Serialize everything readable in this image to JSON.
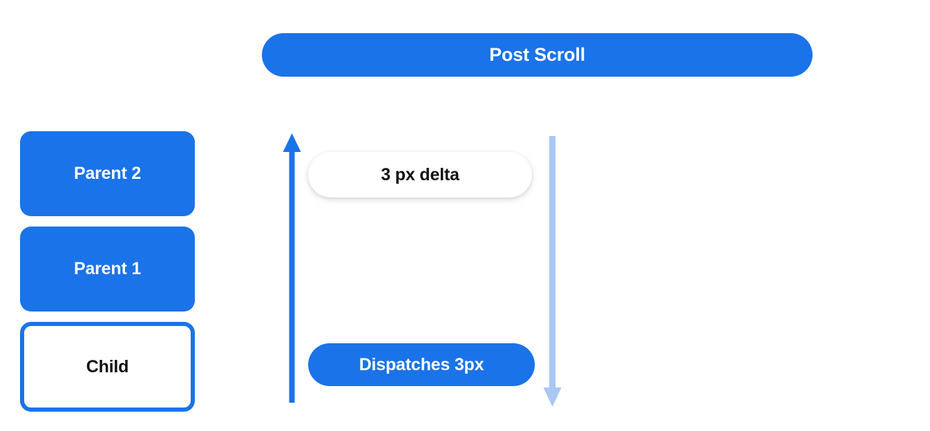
{
  "header": {
    "title": "Post Scroll",
    "color": "#1a73e8",
    "text_color": "#ffffff"
  },
  "box_stack": {
    "boxes": [
      {
        "label": "Parent 2",
        "style": "filled",
        "fill": "#1a73e8",
        "text_color": "#ffffff"
      },
      {
        "label": "Parent 1",
        "style": "filled",
        "fill": "#1a73e8",
        "text_color": "#ffffff"
      },
      {
        "label": "Child",
        "style": "outlined",
        "fill": "#ffffff",
        "border_color": "#1a73e8",
        "text_color": "#101010"
      }
    ]
  },
  "diagram": {
    "arrow_up": {
      "name": "scroll-up-arrow",
      "direction": "up",
      "color": "#1a73e8"
    },
    "arrow_down": {
      "name": "scroll-down-arrow",
      "direction": "down",
      "color": "#a8c7f5"
    },
    "delta_pill": {
      "label": "3 px delta",
      "fill": "#ffffff",
      "text_color": "#101010"
    },
    "dispatch_pill": {
      "label": "Dispatches 3px",
      "fill": "#1a73e8",
      "text_color": "#ffffff"
    }
  }
}
